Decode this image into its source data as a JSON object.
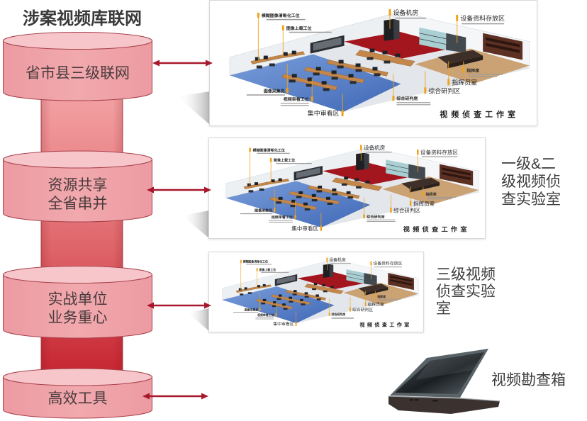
{
  "title": "涉案视频库联网",
  "colors": {
    "cyl_top": "#f6c6ca",
    "cyl_body": "#f1a9ae",
    "cyl_body_edge": "#ec9ba1",
    "cyl_stroke": "#a8404c",
    "pillar_top": "#f4a4a6",
    "pillar_mid": "#e06a6e",
    "pillar_bottom": "#c41f2b",
    "arrow": "#a8182c",
    "label_marker": "#f0a21c",
    "server_floor": "#a3161e",
    "command_floor": "#caa274"
  },
  "tiers": [
    {
      "lines": [
        "省市县三级联网"
      ]
    },
    {
      "lines": [
        "资源共享",
        "全省串并"
      ]
    },
    {
      "lines": [
        "实战单位",
        "业务重心"
      ]
    },
    {
      "lines": [
        "高效工具"
      ]
    }
  ],
  "floorplan": {
    "labels": [
      "模糊图像清晰化工位",
      "图像上载工位",
      "设备机房",
      "设备资料存放区",
      "图像采集员",
      "视频审看工位",
      "集中审看区",
      "综合研判席",
      "综合研判区",
      "指挥员室",
      "指挥席"
    ],
    "footer": "视频侦查工作室"
  },
  "side_labels": {
    "lab_level12": [
      "一级&二",
      "级视频侦",
      "查实验室"
    ],
    "lab_level3": [
      "三级视频",
      "侦查实验",
      "室"
    ],
    "field_kit": "视频勘查箱"
  }
}
